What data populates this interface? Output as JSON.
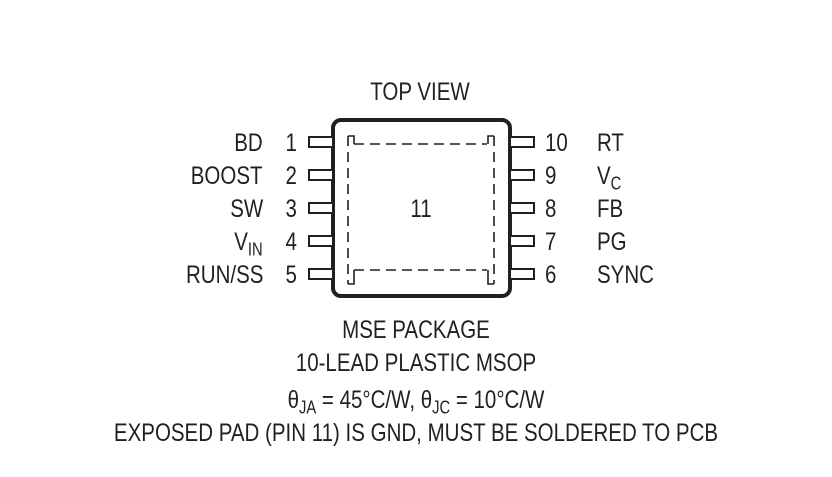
{
  "diagram": {
    "view_label": "TOP VIEW",
    "exposed_pad_label": "11",
    "left_pins": [
      {
        "number": "1",
        "name": "BD",
        "sub": ""
      },
      {
        "number": "2",
        "name": "BOOST",
        "sub": ""
      },
      {
        "number": "3",
        "name": "SW",
        "sub": ""
      },
      {
        "number": "4",
        "name": "V",
        "sub": "IN"
      },
      {
        "number": "5",
        "name": "RUN/SS",
        "sub": ""
      }
    ],
    "right_pins": [
      {
        "number": "10",
        "name": "RT",
        "sub": ""
      },
      {
        "number": "9",
        "name": "V",
        "sub": "C"
      },
      {
        "number": "8",
        "name": "FB",
        "sub": ""
      },
      {
        "number": "7",
        "name": "PG",
        "sub": ""
      },
      {
        "number": "6",
        "name": "SYNC",
        "sub": ""
      }
    ],
    "caption": {
      "package": "MSE PACKAGE",
      "lead": "10-LEAD PLASTIC MSOP",
      "thermal": {
        "theta_ja_symbol": "θ",
        "theta_ja_sub": "JA",
        "theta_ja_value": " = 45°C/W, ",
        "theta_jc_symbol": "θ",
        "theta_jc_sub": "JC",
        "theta_jc_value": " = 10°C/W"
      },
      "note": "EXPOSED PAD (PIN 11) IS GND, MUST BE SOLDERED TO PCB"
    }
  }
}
